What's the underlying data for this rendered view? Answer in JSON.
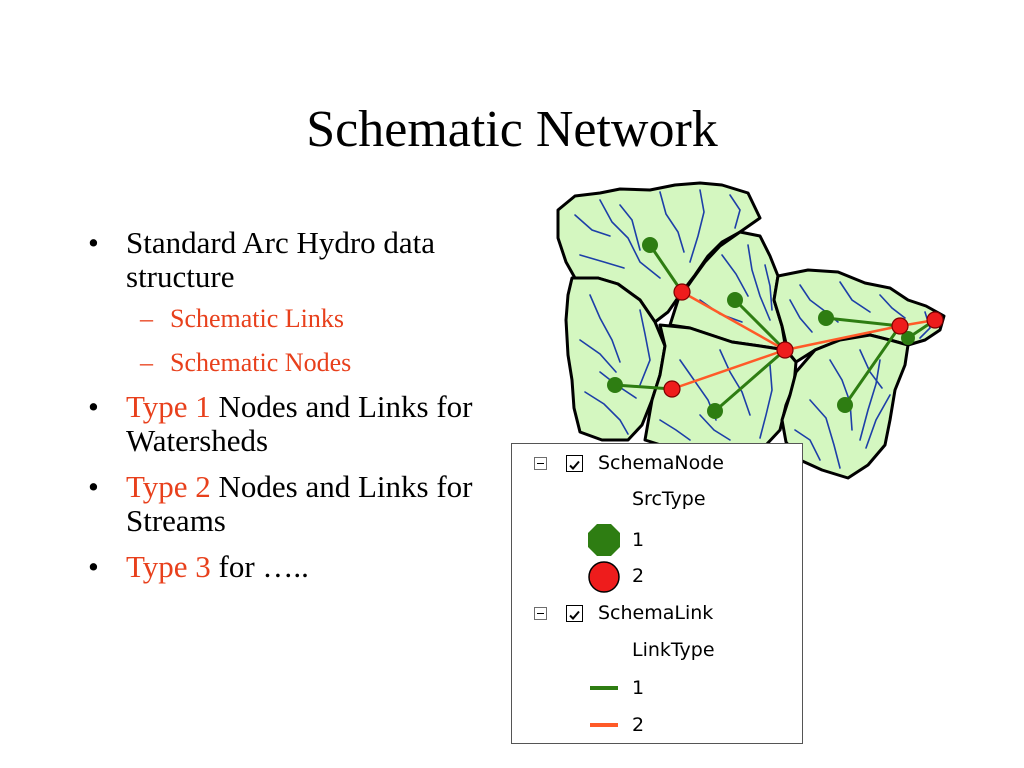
{
  "slide": {
    "title": "Schematic Network"
  },
  "bullets": [
    {
      "text": "Standard Arc Hydro data structure"
    },
    {
      "text": "Schematic Links"
    },
    {
      "text": "Schematic Nodes"
    },
    {
      "red": "Type 1",
      "rest": " Nodes and Links for Watersheds"
    },
    {
      "red": "Type 2",
      "rest": " Nodes and Links for Streams"
    },
    {
      "red": "Type 3",
      "rest": " for ….."
    }
  ],
  "legend": {
    "layer1": "SchemaNode",
    "field1": "SrcType",
    "node_class1": "1",
    "node_class2": "2",
    "layer2": "SchemaLink",
    "field2": "LinkType",
    "link_class1": "1",
    "link_class2": "2"
  },
  "colors": {
    "type1_green": "#2e7d12",
    "type2_red": "#ee1c1c",
    "link2_orange": "#ff5a28",
    "watershed_fill": "#d4f7c0",
    "stream_blue": "#1d3fa8",
    "accent_red_text": "#e8401c"
  }
}
